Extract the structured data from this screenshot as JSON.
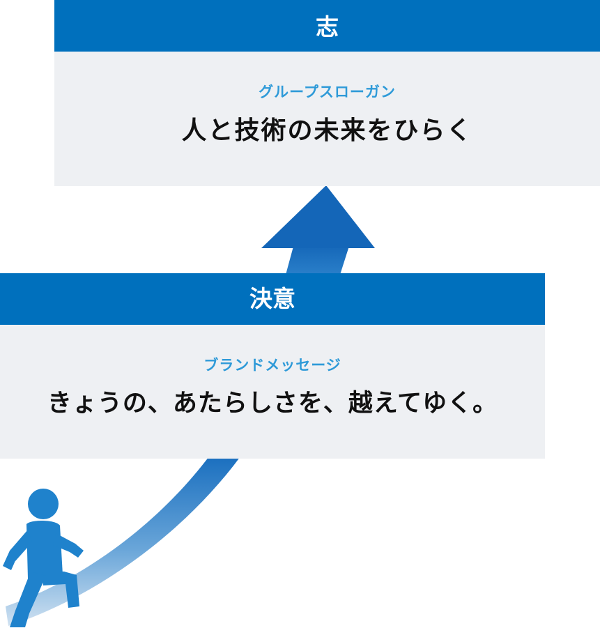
{
  "top_panel": {
    "header": "志",
    "label": "グループスローガン",
    "text": "人と技術の未来をひらく"
  },
  "bottom_panel": {
    "header": "決意",
    "label": "ブランドメッセージ",
    "text": "きょうの、あたらしさを、越えてゆく。"
  },
  "colors": {
    "header_blue": "#0070bd",
    "label_blue": "#2e9ad8",
    "body_gray": "#eef0f3",
    "text_dark": "#111111",
    "figure_blue": "#1f82cc",
    "arrow_gradient_top": "#1a6fbf",
    "arrow_gradient_bottom": "#bfd8ee"
  },
  "icons": {
    "walker": "walking-person-icon",
    "arrow": "upward-arrow-icon"
  }
}
